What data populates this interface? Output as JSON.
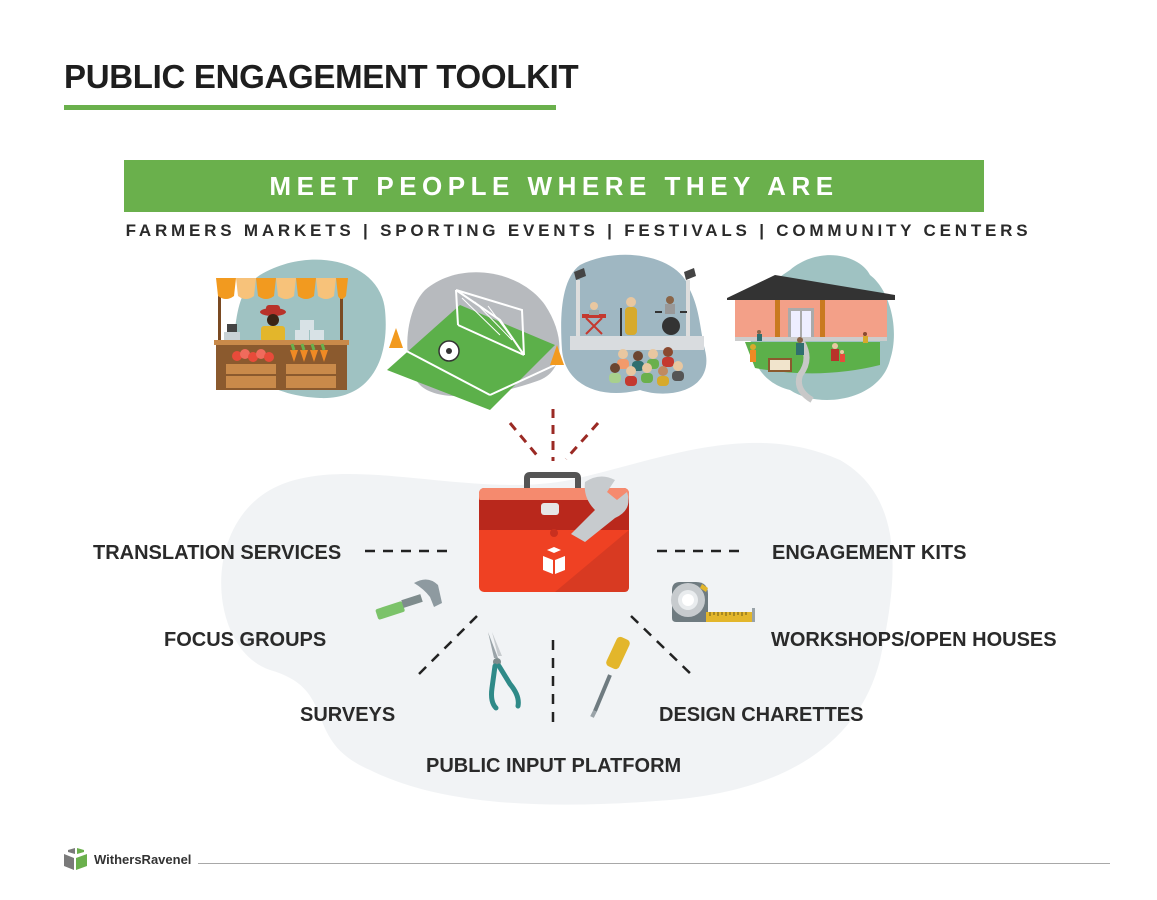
{
  "header": {
    "title": "PUBLIC ENGAGEMENT TOOLKIT",
    "accent_color": "#6ab04c"
  },
  "banner": {
    "heading": "MEET PEOPLE WHERE THEY ARE",
    "venues_line": "FARMERS MARKETS | SPORTING EVENTS | FESTIVALS | COMMUNITY CENTERS",
    "venues": [
      {
        "label": "FARMERS MARKETS",
        "icon": "farmers-market-stall-illustration"
      },
      {
        "label": "SPORTING EVENTS",
        "icon": "soccer-field-goal-illustration"
      },
      {
        "label": "FESTIVALS",
        "icon": "concert-stage-crowd-illustration"
      },
      {
        "label": "COMMUNITY CENTERS",
        "icon": "community-center-building-illustration"
      }
    ]
  },
  "toolkit": {
    "center_icon": "toolbox-icon",
    "tools": [
      {
        "label": "TRANSLATION SERVICES",
        "side": "left"
      },
      {
        "label": "FOCUS GROUPS",
        "side": "left",
        "icon": "hammer-icon"
      },
      {
        "label": "SURVEYS",
        "side": "left",
        "icon": "pliers-icon"
      },
      {
        "label": "PUBLIC INPUT PLATFORM",
        "side": "bottom"
      },
      {
        "label": "DESIGN CHARETTES",
        "side": "right",
        "icon": "screwdriver-icon"
      },
      {
        "label": "WORKSHOPS/OPEN HOUSES",
        "side": "right",
        "icon": "tape-measure-icon"
      },
      {
        "label": "ENGAGEMENT KITS",
        "side": "right"
      }
    ]
  },
  "footer": {
    "brand": "WithersRavenel",
    "logo_icon": "withersravenel-logo-icon"
  }
}
